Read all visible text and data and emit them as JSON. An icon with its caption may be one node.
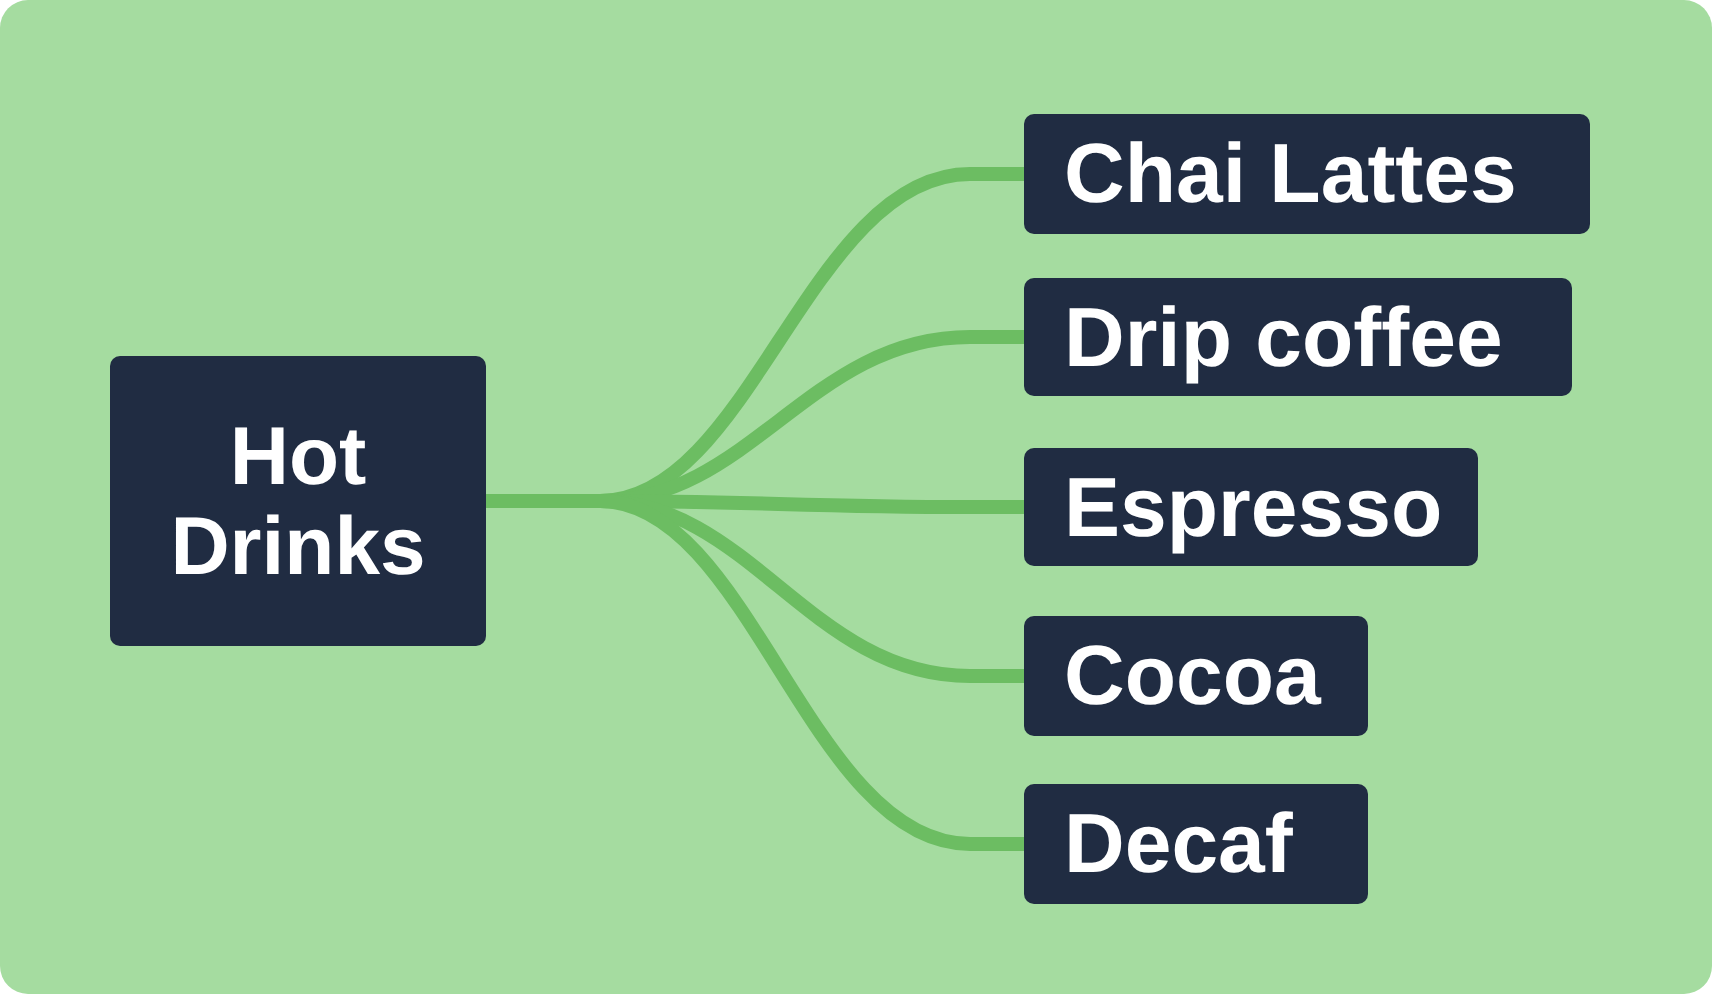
{
  "diagram": {
    "nodes": [
      {
        "text": [
          "Hot Drinks"
        ]
      },
      {
        "text": [
          "Chai Lattes"
        ]
      },
      {
        "text": [
          "Drip coffee"
        ]
      },
      {
        "text": [
          "Espresso"
        ]
      },
      {
        "text": [
          "Cocoa"
        ]
      },
      {
        "text": [
          "Decaf"
        ]
      }
    ],
    "edges": [
      {
        "from": 0,
        "to": 1,
        "arrow": "none"
      },
      {
        "from": 0,
        "to": 2,
        "arrow": "none"
      },
      {
        "from": 0,
        "to": 3,
        "arrow": "none"
      },
      {
        "from": 0,
        "to": 4,
        "arrow": "none"
      },
      {
        "from": 0,
        "to": 5,
        "arrow": "none"
      }
    ]
  }
}
